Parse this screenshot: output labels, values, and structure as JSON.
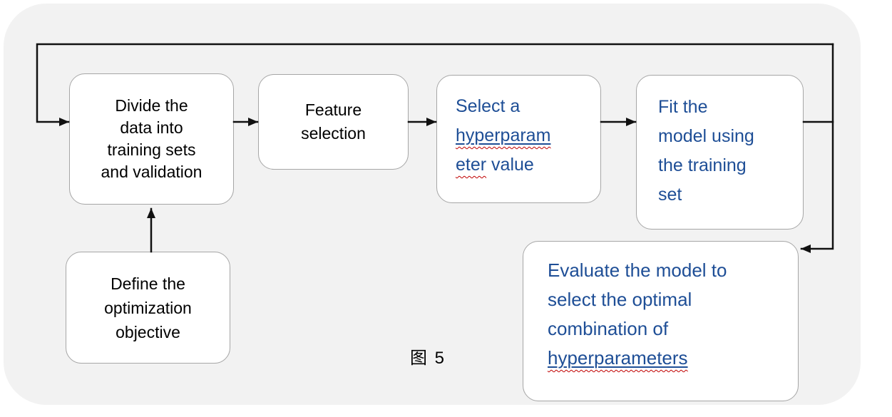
{
  "diagram": {
    "caption": "图 5",
    "colors": {
      "panel_bg": "#f2f2f2",
      "node_bg": "#ffffff",
      "node_border": "#a6a6a6",
      "arrow": "#111111",
      "black_text": "#000000",
      "blue_text": "#1e4e96",
      "spellcheck_red": "#c00000"
    },
    "nodes": {
      "divide": {
        "line1": "Divide the",
        "line2": "data into",
        "line3": "training sets",
        "line4": "and validation"
      },
      "feature": {
        "line1": "Feature",
        "line2": "selection"
      },
      "select": {
        "line1": "Select a",
        "line2": "hyperparam",
        "line3a": "eter",
        "line3b": " value"
      },
      "fit": {
        "line1": "Fit the",
        "line2": "model using",
        "line3": "the training",
        "line4": "set"
      },
      "define": {
        "line1": "Define the",
        "line2": "optimization",
        "line3": "objective"
      },
      "evaluate": {
        "line1": "Evaluate the model to",
        "line2": "select the optimal",
        "line3": "combination of",
        "line4": "hyperparameters"
      }
    }
  }
}
